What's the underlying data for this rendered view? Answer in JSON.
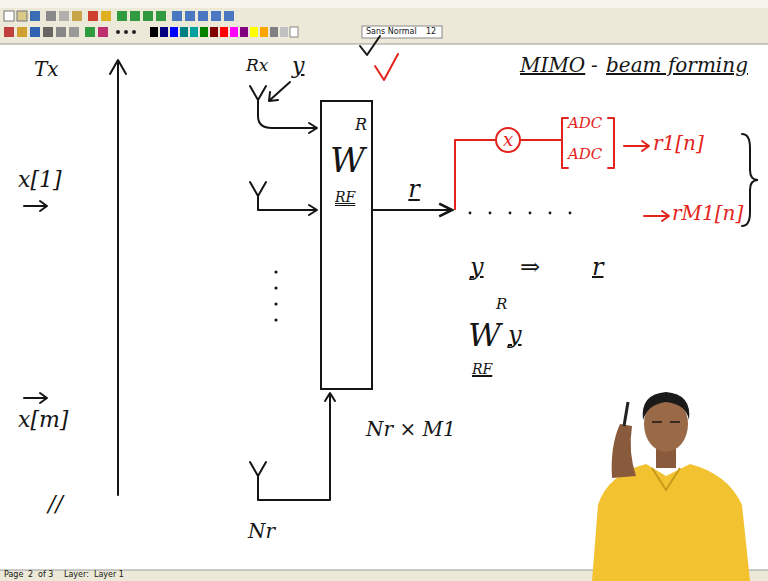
{
  "diagram": {
    "nodes": [
      {
        "text": [
          "W",
          "R",
          "RF"
        ]
      },
      {
        "text": [
          "x"
        ]
      }
    ],
    "edges": [
      {
        "from": 0,
        "to": 1,
        "arrow": "none",
        "label": "r"
      }
    ],
    "labels": [
      "Sans Normal",
      "12",
      "Tx",
      "x[1]",
      "x[m]",
      "//",
      "Rx",
      "y",
      "Nr",
      "Nr × M1",
      "MIMO",
      "-",
      "beam forming",
      "ADC",
      "ADC",
      "r1[n]",
      "rM1[n]",
      "y",
      "⇒",
      "r",
      "W",
      "R",
      "y",
      "RF",
      "Page",
      "2",
      "of 3",
      "Layer:",
      "Layer 1"
    ]
  }
}
